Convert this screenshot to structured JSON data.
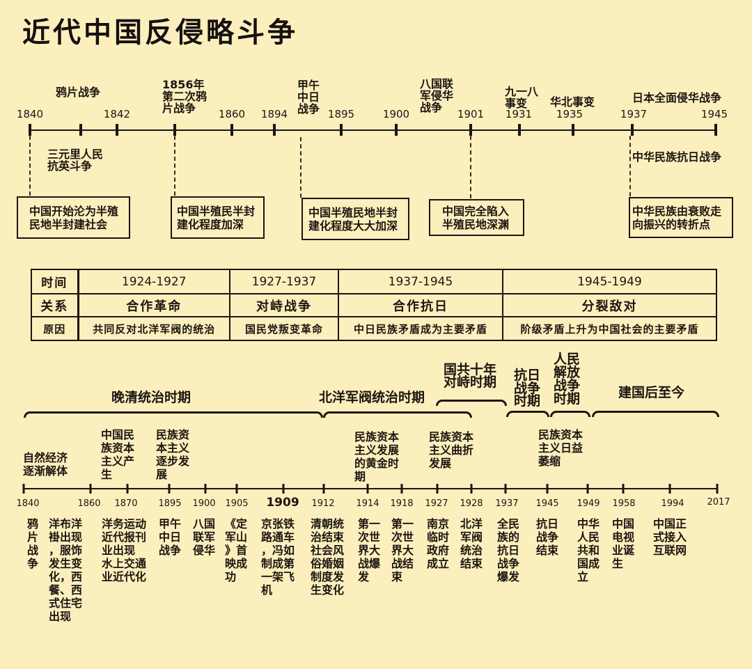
{
  "title": "近代中国反侵略斗争",
  "top_timeline": {
    "years": [
      "1840",
      "1842",
      "1860",
      "1894",
      "1895",
      "1900",
      "1901",
      "1931",
      "1935",
      "1937",
      "1945"
    ],
    "events_above": [
      {
        "text": "鸦片战争"
      },
      {
        "year": "1856年",
        "text": "第二次鸦片战争"
      },
      {
        "text": "甲午中日战争"
      },
      {
        "text": "八国联军侵华战争"
      },
      {
        "text": "九一八事变"
      },
      {
        "text": "华北事变"
      },
      {
        "text": "日本全面侵华战争"
      }
    ],
    "events_below": [
      "三元里人民抗英斗争",
      "中华民族抗日战争"
    ],
    "outcomes": [
      "中国开始沦为半殖民地半封建社会",
      "中国半殖民半封建化程度加深",
      "中国半殖民地半封建化程度大大加深",
      "中国完全陷入半殖民地深渊",
      "中华民族由衰败走向振兴的转折点"
    ]
  },
  "relations_table": {
    "row_headers": [
      "时间",
      "关系",
      "原因"
    ],
    "periods": [
      {
        "time": "1924-1927",
        "relation": "合作革命",
        "reason": "共同反对北洋军阀的统治"
      },
      {
        "time": "1927-1937",
        "relation": "对峙战争",
        "reason": "国民党叛变革命"
      },
      {
        "time": "1937-1945",
        "relation": "合作抗日",
        "reason": "中日民族矛盾成为主要矛盾"
      },
      {
        "time": "1945-1949",
        "relation": "分裂敌对",
        "reason": "阶级矛盾上升为中国社会的主要矛盾"
      }
    ]
  },
  "bottom_timeline": {
    "periods": [
      "晚清统治时期",
      "北洋军阀统治时期",
      "国共十年对峙时期",
      "抗日战争时期",
      "人民解放战争时期",
      "建国后至今"
    ],
    "economy_notes": [
      "自然经济逐渐解体",
      "中国民族资本主义产生",
      "民族资本主义逐步发展",
      "民族资本主义发展的黄金时期",
      "民族资本主义曲折发展",
      "民族资本主义日益萎缩"
    ],
    "years": [
      "1840",
      "1860",
      "1870",
      "1895",
      "1900",
      "1905",
      "1909",
      "1912",
      "1914",
      "1918",
      "1927",
      "1928",
      "1937",
      "1945",
      "1949",
      "1958",
      "1994",
      "2017"
    ],
    "events": [
      "鸦片战争",
      "洋布洋褂出现，服饰发生变化，西餐、西式住宅出现",
      "洋务运动\n近代报刊业出现\n水上交通业近代化",
      "甲午中日战争",
      "八国联军侵华",
      "《定军山》首映成功",
      "京张铁路通车，冯如制成第一架飞机",
      "清朝统治结束社会风俗婚姻制度发生变化",
      "第一次世界大战爆发",
      "第一次世界大战结束",
      "南京临时政府成立",
      "北洋军阀统治结束",
      "全民族的抗日战争爆发",
      "抗日战争结束",
      "中华人民共和国成立",
      "中国电视业诞生",
      "中国正式接入互联网"
    ]
  }
}
